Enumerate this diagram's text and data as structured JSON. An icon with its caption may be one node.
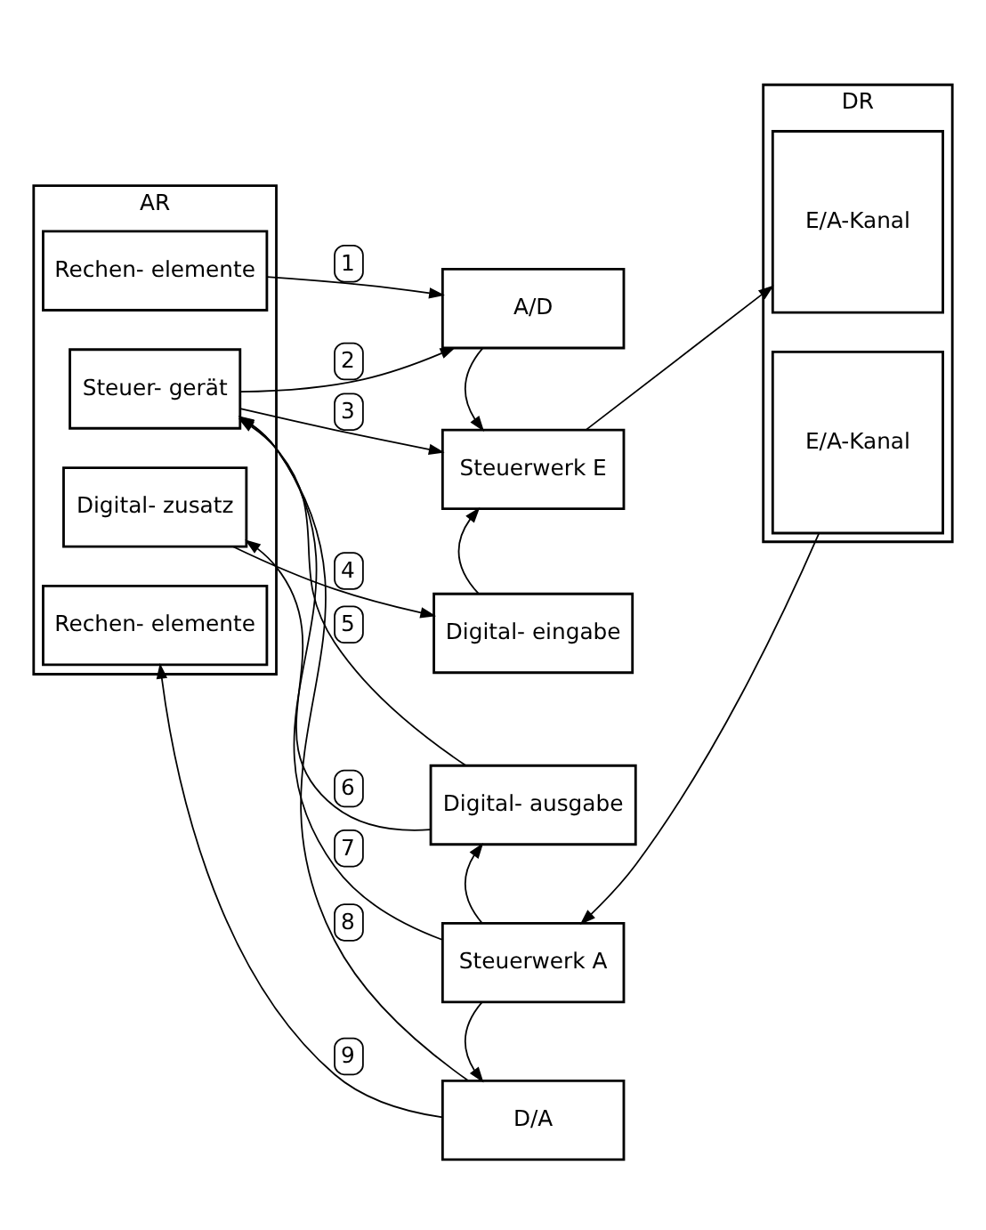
{
  "diagram": {
    "nodes": [
      {
        "text": [
          "AR"
        ]
      },
      {
        "text": [
          "Rechen- elemente"
        ],
        "in": 0
      },
      {
        "text": [
          "Steuer- gerät"
        ],
        "in": 0
      },
      {
        "text": [
          "Digital- zusatz"
        ],
        "in": 0
      },
      {
        "text": [
          "Rechen- elemente"
        ],
        "in": 0
      },
      {
        "text": [
          "DR"
        ]
      },
      {
        "text": [
          "E/A-Kanal"
        ],
        "in": 5
      },
      {
        "text": [
          "E/A-Kanal"
        ],
        "in": 5
      },
      {
        "text": [
          "A/D"
        ]
      },
      {
        "text": [
          "Steuerwerk E"
        ]
      },
      {
        "text": [
          "Digital- eingabe"
        ]
      },
      {
        "text": [
          "Digital- ausgabe"
        ]
      },
      {
        "text": [
          "Steuerwerk A"
        ]
      },
      {
        "text": [
          "D/A"
        ]
      }
    ],
    "edges": [
      {
        "from": 1,
        "to": 8,
        "arrow": "to",
        "label": "1"
      },
      {
        "from": 2,
        "to": 8,
        "arrow": "to",
        "label": "2"
      },
      {
        "from": 2,
        "to": 9,
        "arrow": "to",
        "label": "3"
      },
      {
        "from": 8,
        "to": 9,
        "arrow": "to"
      },
      {
        "from": 9,
        "to": 6,
        "arrow": "to"
      },
      {
        "from": 10,
        "to": 9,
        "arrow": "to"
      },
      {
        "from": 3,
        "to": 10,
        "arrow": "to",
        "label": "4"
      },
      {
        "from": 11,
        "to": 2,
        "arrow": "to",
        "label": "5"
      },
      {
        "from": 11,
        "to": 3,
        "arrow": "to",
        "label": "6"
      },
      {
        "from": 12,
        "to": 2,
        "arrow": "to",
        "label": "7"
      },
      {
        "from": 12,
        "to": 11,
        "arrow": "to"
      },
      {
        "from": 7,
        "to": 12,
        "arrow": "to"
      },
      {
        "from": 12,
        "to": 13,
        "arrow": "to"
      },
      {
        "from": 13,
        "to": 2,
        "arrow": "to",
        "label": "8"
      },
      {
        "from": 13,
        "to": 4,
        "arrow": "to",
        "label": "9"
      }
    ]
  }
}
